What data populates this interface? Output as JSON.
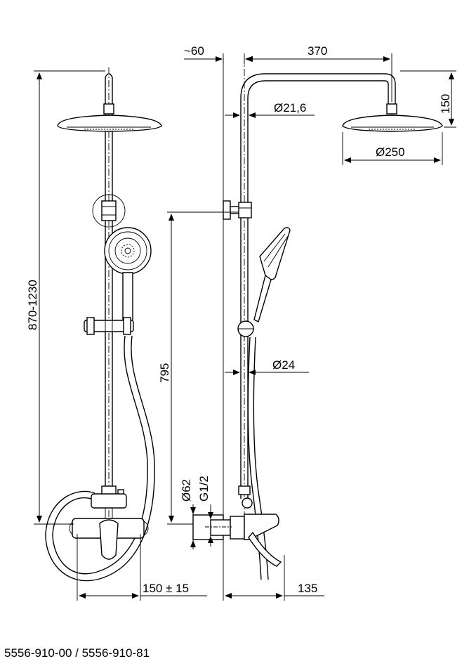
{
  "dimensions": {
    "top_offset": "~60",
    "arm_length": "370",
    "head_drop": "150",
    "pipe_upper_diameter": "Ø21,6",
    "head_diameter": "Ø250",
    "total_height": "870-1230",
    "holder_height": "795",
    "pipe_lower_diameter": "Ø24",
    "rosette_diameter": "Ø62",
    "thread": "G1/2",
    "inlet_spacing": "150 ± 15",
    "depth": "135"
  },
  "product_codes": "5556-910-00 / 5556-910-81"
}
